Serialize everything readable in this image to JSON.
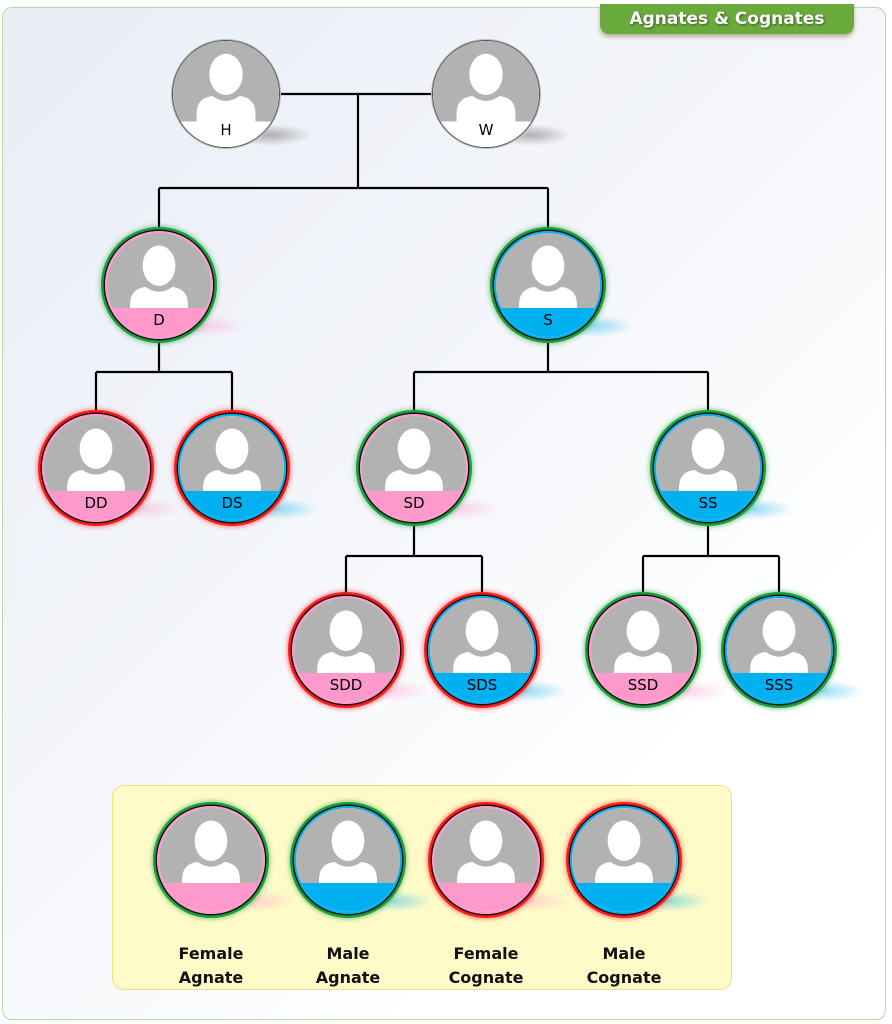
{
  "title": "Agnates & Cognates",
  "colors": {
    "female_fill": "#ff99cc",
    "male_fill": "#00b0f0",
    "agnate_ring": "#1a9e3c",
    "cognate_ring": "#ff1a1a",
    "avatar_gray": "#b2b2b2",
    "connector": "#000000"
  },
  "tree": {
    "nodes": [
      {
        "id": "H",
        "label": "H",
        "type": "root"
      },
      {
        "id": "W",
        "label": "W",
        "type": "root"
      },
      {
        "id": "D",
        "label": "D",
        "gender": "female",
        "kin": "agnate"
      },
      {
        "id": "S",
        "label": "S",
        "gender": "male",
        "kin": "agnate"
      },
      {
        "id": "DD",
        "label": "DD",
        "gender": "female",
        "kin": "cognate"
      },
      {
        "id": "DS",
        "label": "DS",
        "gender": "male",
        "kin": "cognate"
      },
      {
        "id": "SD",
        "label": "SD",
        "gender": "female",
        "kin": "agnate"
      },
      {
        "id": "SS",
        "label": "SS",
        "gender": "male",
        "kin": "agnate"
      },
      {
        "id": "SDD",
        "label": "SDD",
        "gender": "female",
        "kin": "cognate"
      },
      {
        "id": "SDS",
        "label": "SDS",
        "gender": "male",
        "kin": "cognate"
      },
      {
        "id": "SSD",
        "label": "SSD",
        "gender": "female",
        "kin": "agnate"
      },
      {
        "id": "SSS",
        "label": "SSS",
        "gender": "male",
        "kin": "agnate"
      }
    ],
    "relations": [
      {
        "parents": [
          "H",
          "W"
        ],
        "children": [
          "D",
          "S"
        ]
      },
      {
        "parent": "D",
        "children": [
          "DD",
          "DS"
        ]
      },
      {
        "parent": "S",
        "children": [
          "SD",
          "SS"
        ]
      },
      {
        "parent": "SD",
        "children": [
          "SDD",
          "SDS"
        ]
      },
      {
        "parent": "SS",
        "children": [
          "SSD",
          "SSS"
        ]
      }
    ]
  },
  "legend": {
    "items": [
      {
        "line1": "Female",
        "line2": "Agnate",
        "gender": "female",
        "kin": "agnate"
      },
      {
        "line1": "Male",
        "line2": "Agnate",
        "gender": "male",
        "kin": "agnate"
      },
      {
        "line1": "Female",
        "line2": "Cognate",
        "gender": "female",
        "kin": "cognate"
      },
      {
        "line1": "Male",
        "line2": "Cognate",
        "gender": "male",
        "kin": "cognate"
      }
    ]
  }
}
